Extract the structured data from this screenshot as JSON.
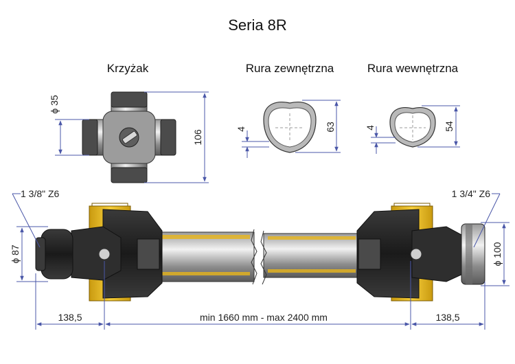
{
  "title": "Seria 8R",
  "sections": {
    "cross": "Krzyżak",
    "outer_tube": "Rura zewnętrzna",
    "inner_tube": "Rura wewnętrzna"
  },
  "dims": {
    "cross_diameter": "ϕ 35",
    "cross_length": "106",
    "outer_wall": "4",
    "outer_size": "63",
    "inner_wall": "4",
    "inner_size": "54",
    "left_spline": "1 3/8\" Z6",
    "right_spline": "1 3/4\" Z6",
    "left_diameter": "ϕ 87",
    "right_diameter": "ϕ 100",
    "left_length": "138,5",
    "right_length": "138,5",
    "shaft_length": "min 1660 mm - max 2400 mm"
  },
  "colors": {
    "yoke_yellow": "#e8b81a",
    "steel_dark": "#2a2a2a",
    "steel_light": "#c8c8c8",
    "dimension_line": "#4a57a8"
  }
}
